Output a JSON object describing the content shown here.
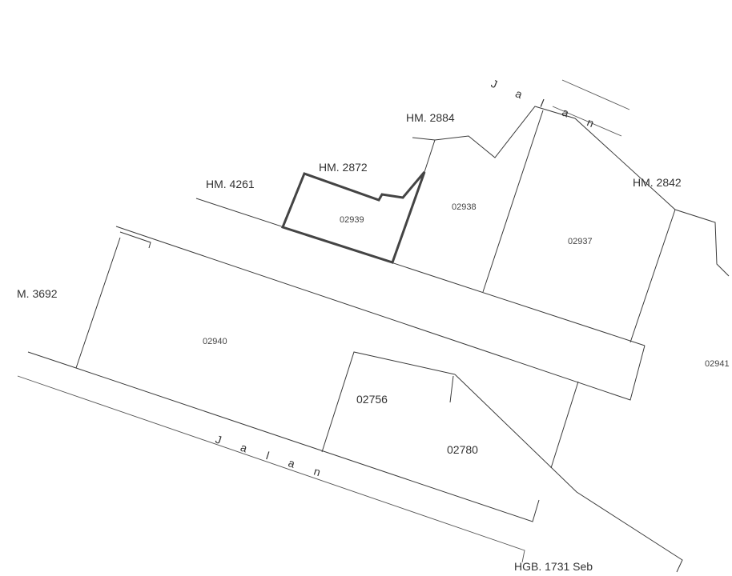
{
  "map": {
    "roads": [
      "J a l a n",
      "J a l a n"
    ],
    "rights_labels": [
      "HM. 2884",
      "HM. 2872",
      "HM. 4261",
      "HM. 2842",
      "M. 3692",
      "HGB. 1731 Seb"
    ],
    "parcels": [
      "02939",
      "02938",
      "02937",
      "02940",
      "02941",
      "02756",
      "02780"
    ],
    "highlighted_parcel": "02939"
  }
}
